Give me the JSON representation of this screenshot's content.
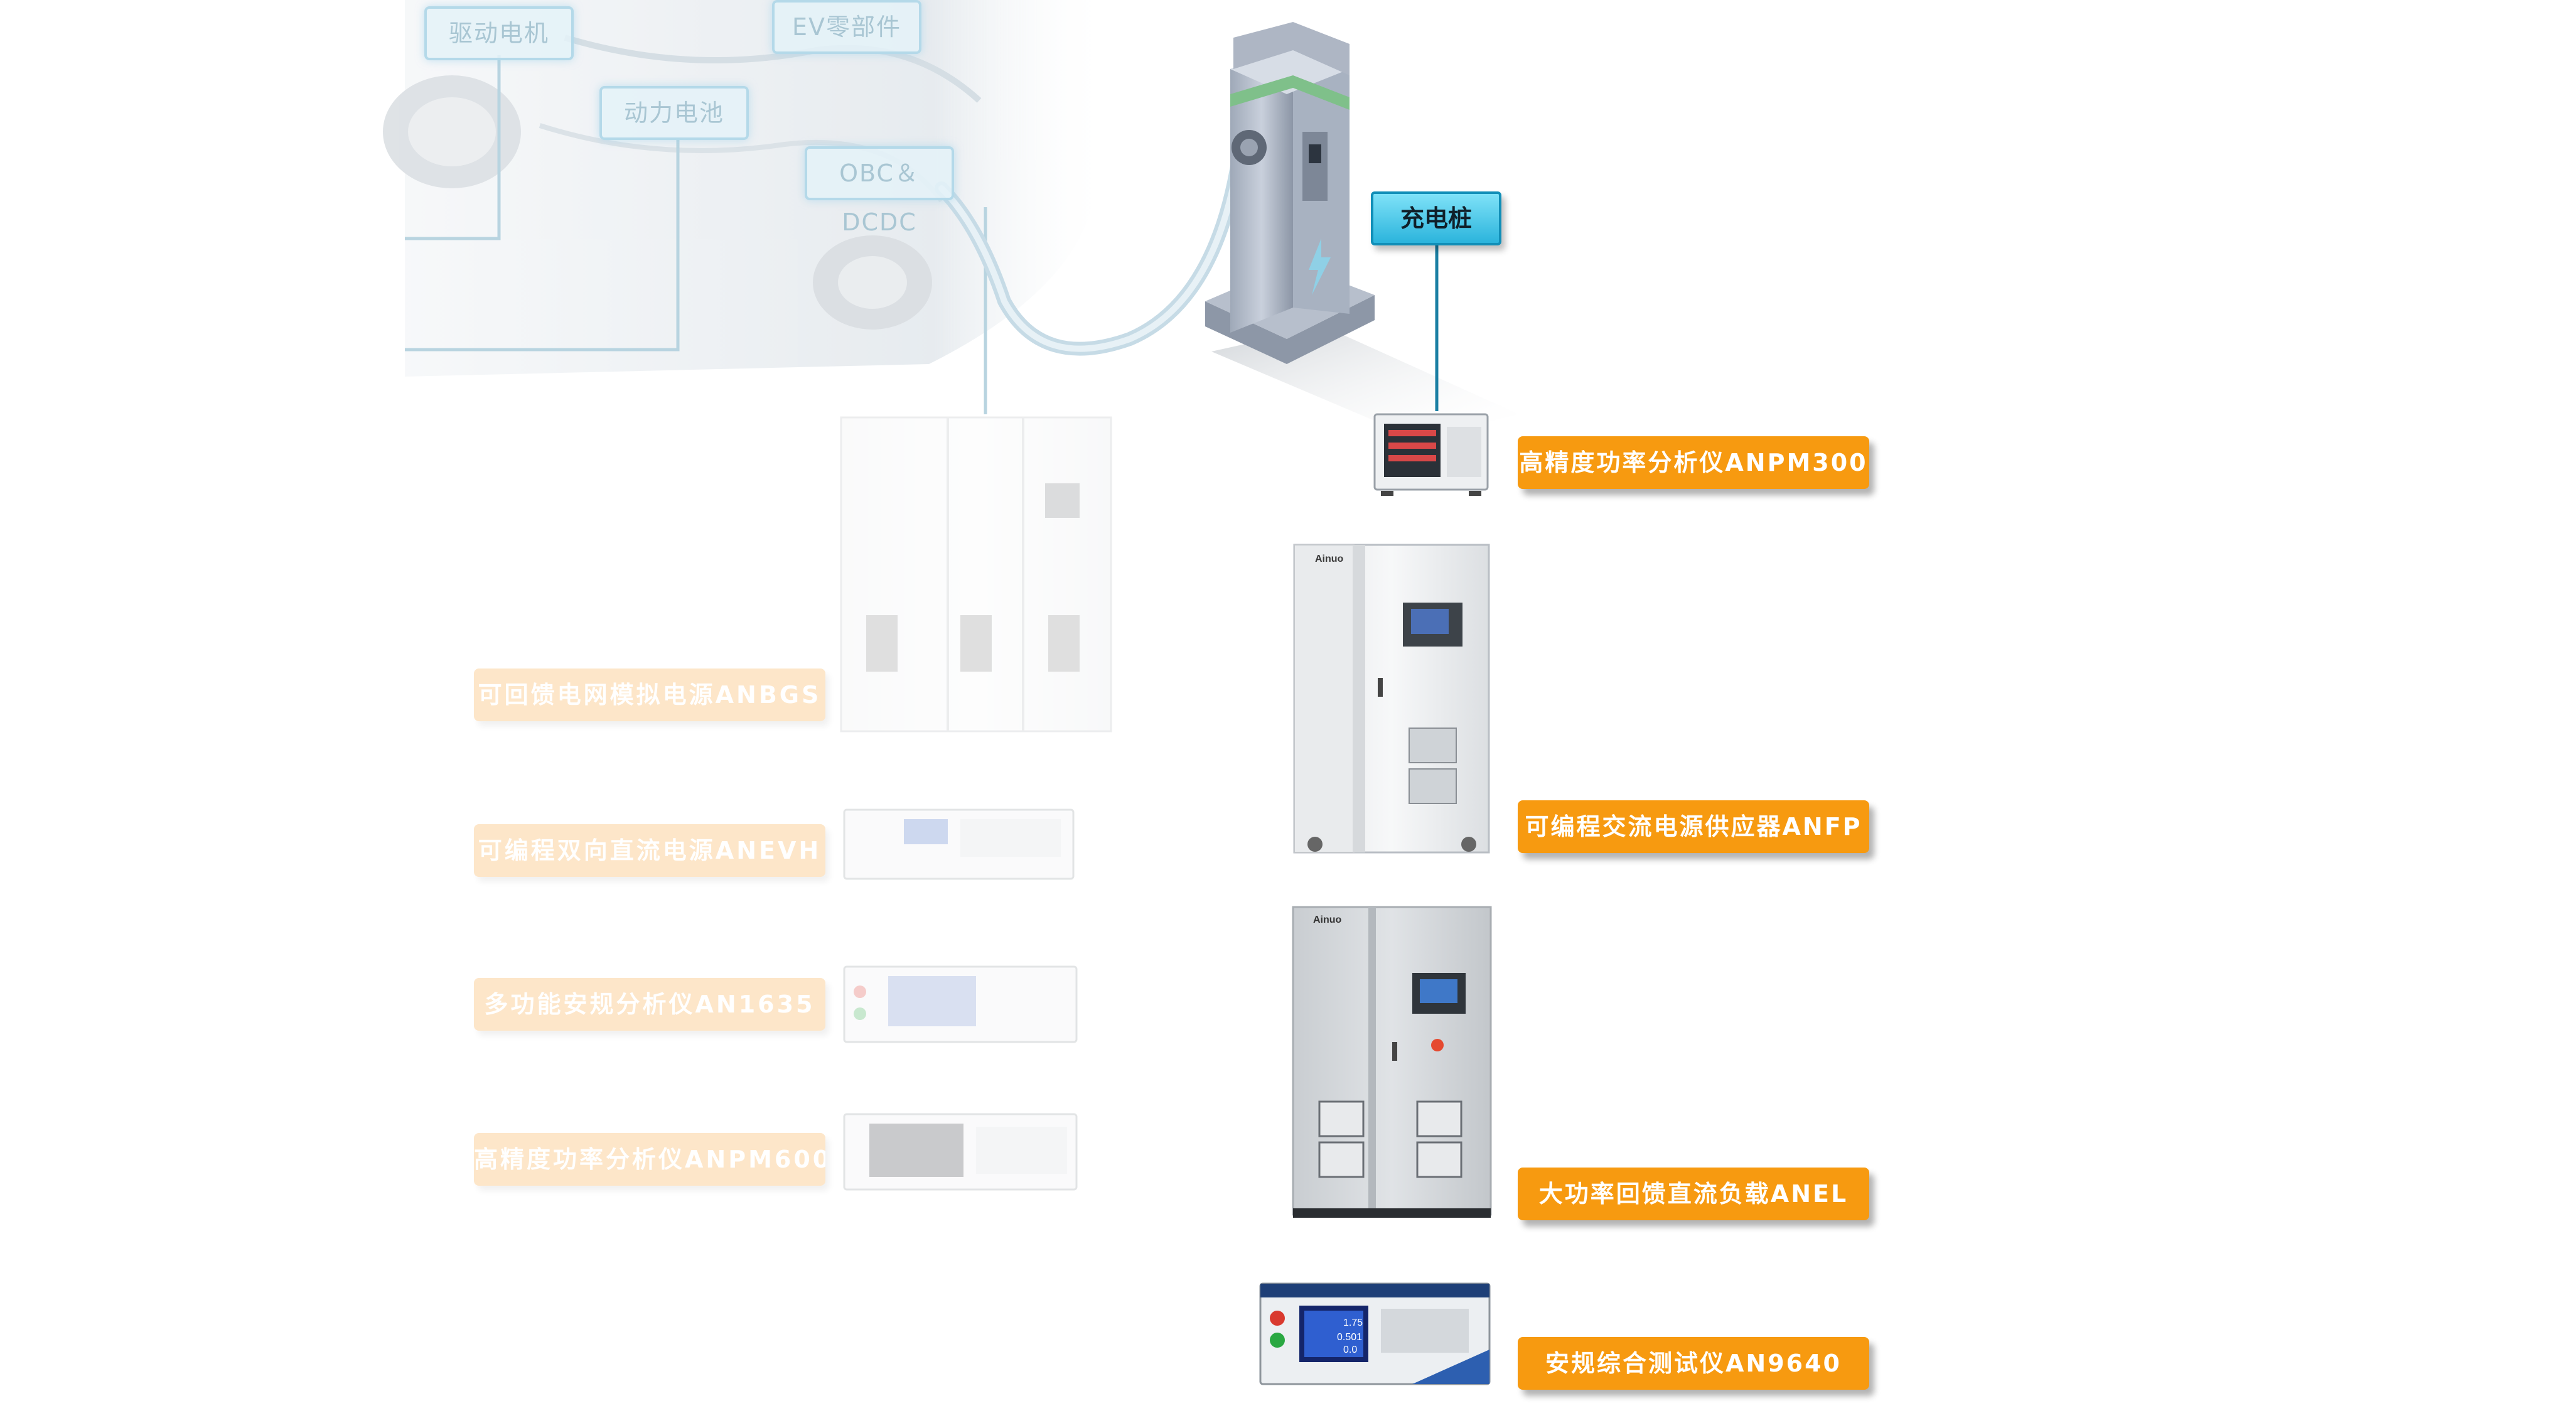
{
  "car_tags": {
    "motor": "驱动电机",
    "ev_parts": "EV零部件",
    "battery": "动力电池",
    "obc": "OBC＆DCDC"
  },
  "charging_station_tag": "充电桩",
  "active_labels": {
    "anpm300": "高精度功率分析仪ANPM300",
    "anfp": "可编程交流电源供应器ANFP",
    "anel": "大功率回馈直流负载ANEL",
    "an9640": "安规综合测试仪AN9640"
  },
  "faded_labels": {
    "anbgs": "可回馈电网模拟电源ANBGS",
    "anevh": "可编程双向直流电源ANEVH",
    "an1635": "多功能安规分析仪AN1635",
    "anpm600": "高精度功率分析仪ANPM600"
  },
  "brand": "Ainuo",
  "an9640_readings": [
    "1.75",
    "0.501",
    "0.0"
  ],
  "colors": {
    "orange": "#f79a10",
    "orange_faded": "#fde6c9",
    "cyan": "#2bb4dc",
    "connector": "#1b7fa3"
  }
}
